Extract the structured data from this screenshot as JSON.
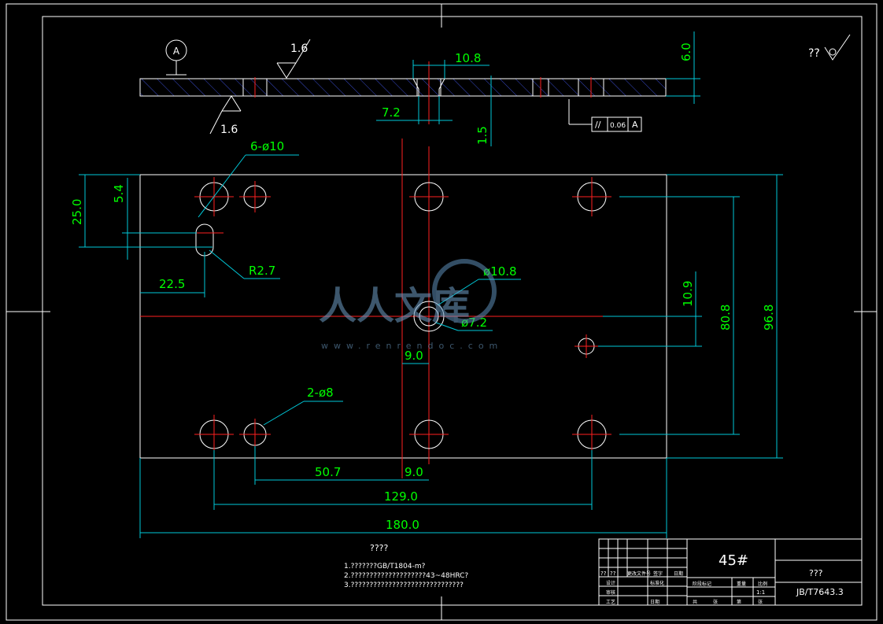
{
  "top_view": {
    "datum_label": "A",
    "roughness_top": "1.6",
    "roughness_bottom": "1.6",
    "dim_width": "10.8",
    "dim_thickness": "6.0",
    "dim_inner": "7.2",
    "dim_depth": "1.5",
    "tolerance_symbol": "//",
    "tolerance_value": "0.06",
    "tolerance_datum": "A"
  },
  "corner_roughness": "?? ",
  "plan_view": {
    "holes_label": "6-ø10",
    "slot_radius": "R2.7",
    "center_outer": "ø10.8",
    "center_inner": "ø7.2",
    "small_holes": "2-ø8",
    "dims": {
      "d25": "25.0",
      "d5_4": "5.4",
      "d22_5": "22.5",
      "d10_9": "10.9",
      "d80_8": "80.8",
      "d96_8": "96.8",
      "d9_upper": "9.0",
      "d50_7": "50.7",
      "d9_lower": "9.0",
      "d129": "129.0",
      "d180": "180.0"
    }
  },
  "watermark": {
    "cn": "人人文库",
    "url": "www.renrendoc.com"
  },
  "notes": {
    "title": "????",
    "lines": [
      "1.???????GB/T1804-m?",
      "2.????????????????????43~48HRC?",
      "3.??????????????????????????????"
    ]
  },
  "title_block": {
    "material": "45#",
    "name": "???",
    "standard": "JB/T7643.3",
    "scale": "1:1",
    "cells": [
      "??",
      "??",
      "更改文件号",
      "签字",
      "日期",
      "设计",
      "标准化",
      "审核",
      "工艺",
      "日期",
      "阶段标记",
      "重量",
      "比例",
      "共",
      "张",
      "第",
      "张"
    ]
  }
}
